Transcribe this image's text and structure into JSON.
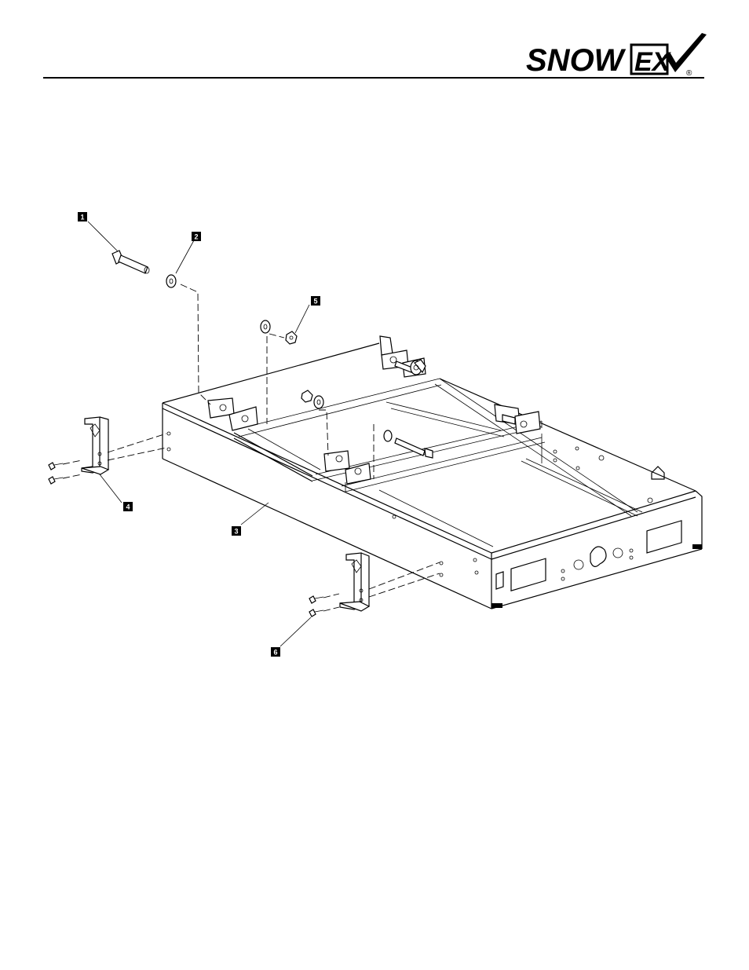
{
  "header": {
    "logo_text_a": "SNOW",
    "logo_text_b": "EX",
    "logo_registered": "®"
  },
  "callouts": [
    {
      "id": "callout-1",
      "label": "1"
    },
    {
      "id": "callout-2",
      "label": "2"
    },
    {
      "id": "callout-3",
      "label": "3"
    },
    {
      "id": "callout-4",
      "label": "4"
    },
    {
      "id": "callout-5",
      "label": "5"
    },
    {
      "id": "callout-6",
      "label": "6"
    }
  ],
  "colors": {
    "ink": "#000000",
    "paper": "#ffffff"
  }
}
